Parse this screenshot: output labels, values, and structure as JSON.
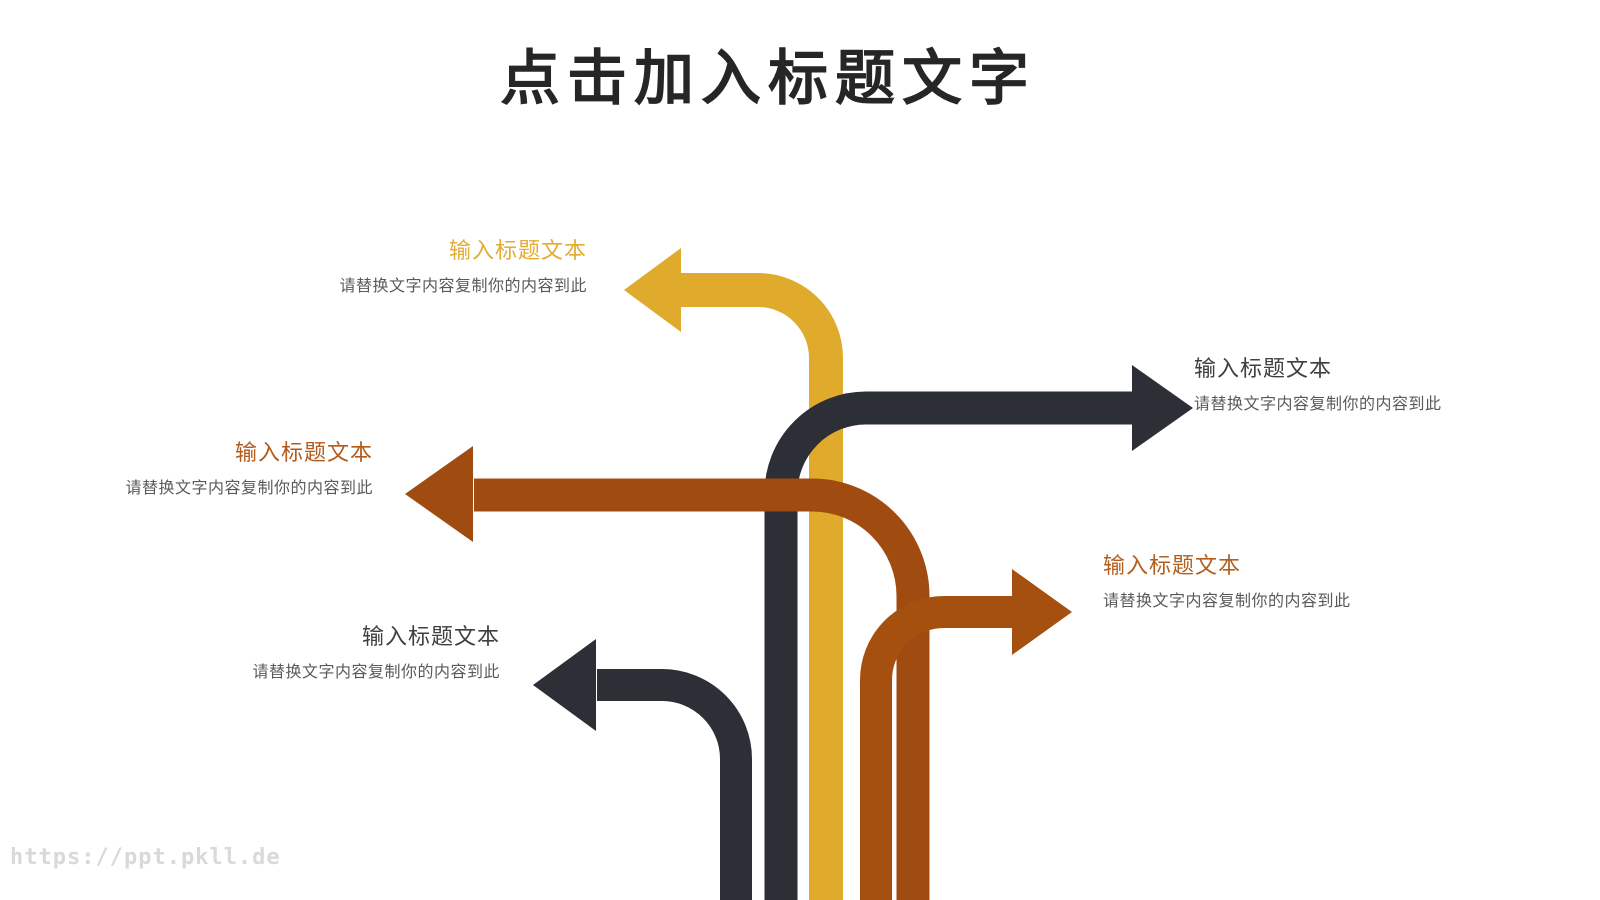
{
  "slide": {
    "title": "点击加入标题文字",
    "watermark": "https://ppt.pkll.de",
    "background": "#ffffff",
    "title_color": "#262626"
  },
  "items": [
    {
      "id": "gold-top-left",
      "direction": "left",
      "title": "输入标题文本",
      "desc": "请替换文字内容复制你的内容到此",
      "arrow_color": "#E0AB2D",
      "title_color": "#E3AC33",
      "desc_color": "#5A5A5A"
    },
    {
      "id": "dark-right",
      "direction": "right",
      "title": "输入标题文本",
      "desc": "请替换文字内容复制你的内容到此",
      "arrow_color": "#2C2F35",
      "title_color": "#3F3F41",
      "desc_color": "#5A5A5A"
    },
    {
      "id": "brown-left",
      "direction": "left",
      "title": "输入标题文本",
      "desc": "请替换文字内容复制你的内容到此",
      "arrow_color": "#A04B10",
      "title_color": "#B45A1D",
      "desc_color": "#5A5A5A"
    },
    {
      "id": "orange-right",
      "direction": "right",
      "title": "输入标题文本",
      "desc": "请替换文字内容复制你的内容到此",
      "arrow_color": "#A5500F",
      "title_color": "#B35F1F",
      "desc_color": "#5A5A5A"
    },
    {
      "id": "dark-bottom-left",
      "direction": "left",
      "title": "输入标题文本",
      "desc": "请替换文字内容复制你的内容到此",
      "arrow_color": "#2C2F35",
      "title_color": "#3F3F41",
      "desc_color": "#5A5A5A"
    }
  ]
}
